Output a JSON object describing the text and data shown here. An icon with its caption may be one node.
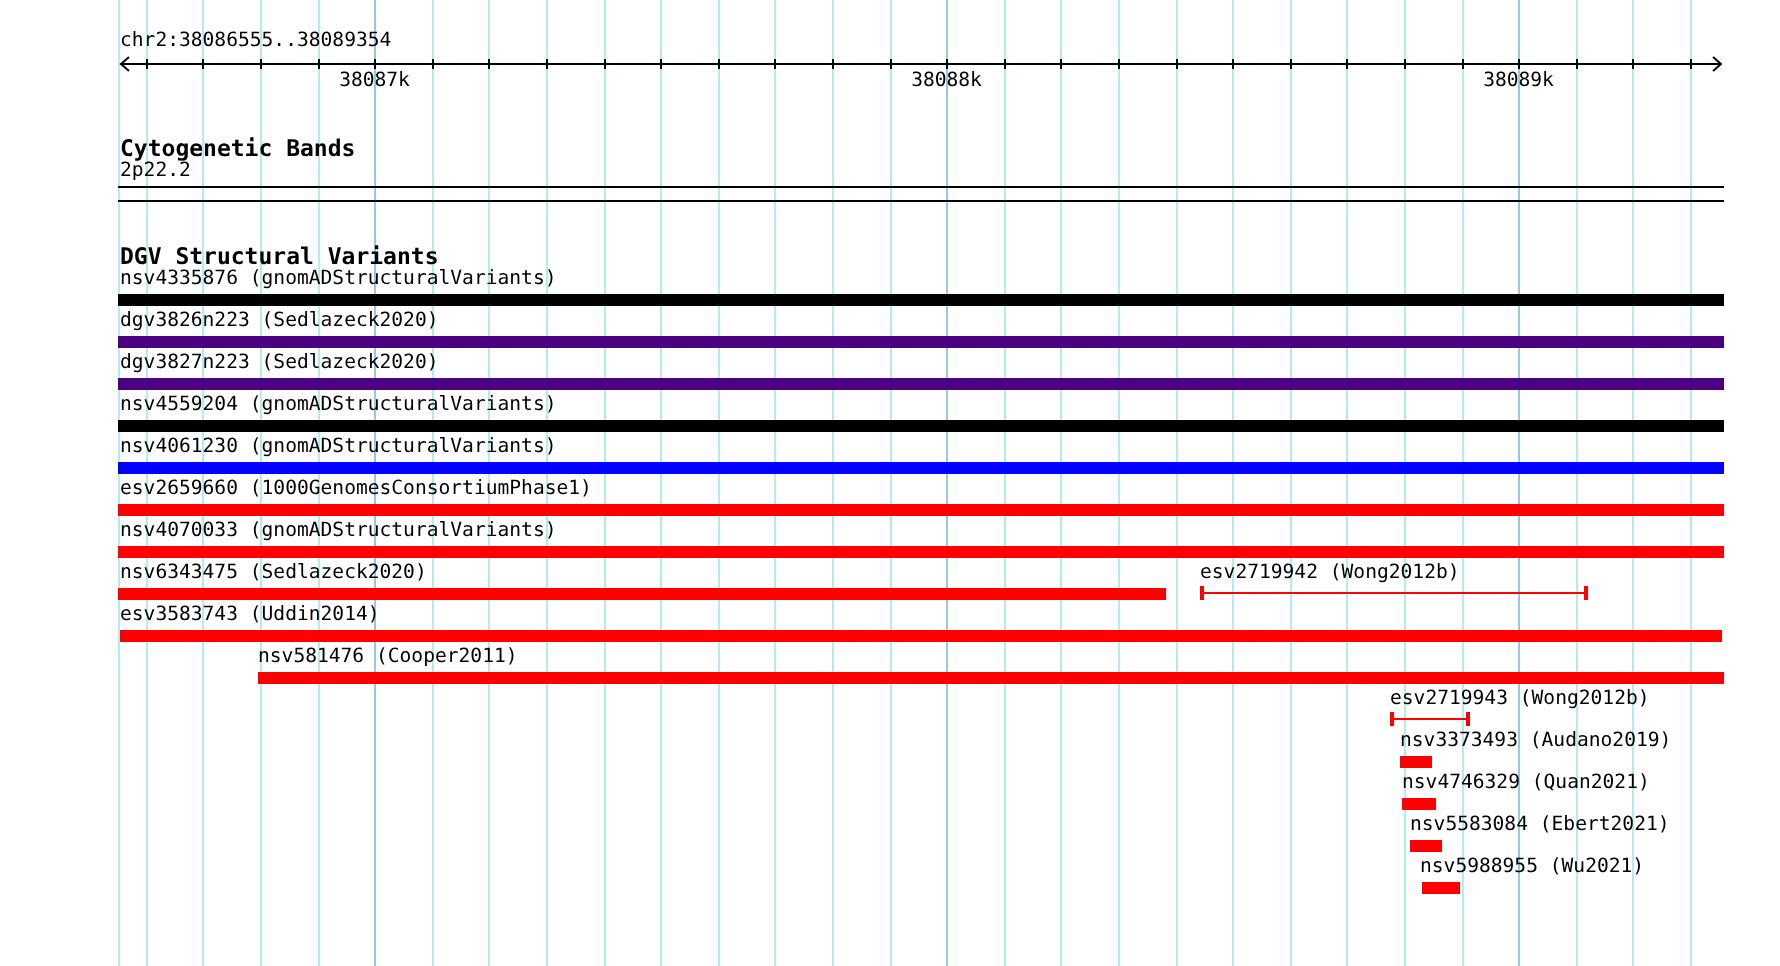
{
  "diagram": {
    "nodes": [
      {
        "text": [
          "2p22.2"
        ]
      },
      {
        "text": [
          "nsv4335876 (gnomADStructuralVariants)"
        ]
      },
      {
        "text": [
          "dgv3826n223 (Sedlazeck2020)"
        ]
      },
      {
        "text": [
          "dgv3827n223 (Sedlazeck2020)"
        ]
      },
      {
        "text": [
          "nsv4559204 (gnomADStructuralVariants)"
        ]
      },
      {
        "text": [
          "nsv4061230 (gnomADStructuralVariants)"
        ]
      },
      {
        "text": [
          "esv2659660 (1000GenomesConsortiumPhase1)"
        ]
      },
      {
        "text": [
          "nsv4070033 (gnomADStructuralVariants)"
        ]
      },
      {
        "text": [
          "nsv6343475 (Sedlazeck2020)"
        ]
      },
      {
        "text": [
          "esv2719942 (Wong2012b)"
        ]
      },
      {
        "text": [
          "esv3583743 (Uddin2014)"
        ]
      },
      {
        "text": [
          "nsv581476 (Cooper2011)"
        ]
      },
      {
        "text": [
          "esv2719943 (Wong2012b)"
        ]
      },
      {
        "text": [
          "nsv3373493 (Audano2019)"
        ]
      },
      {
        "text": [
          "nsv4746329 (Quan2021)"
        ]
      },
      {
        "text": [
          "nsv5583084 (Ebert2021)"
        ]
      },
      {
        "text": [
          "nsv5988955 (Wu2021)"
        ]
      }
    ],
    "labels": [
      "chr2:38086555..38089354",
      "38087k",
      "38088k",
      "38089k",
      "Cytogenetic Bands",
      "DGV Structural Variants"
    ]
  }
}
